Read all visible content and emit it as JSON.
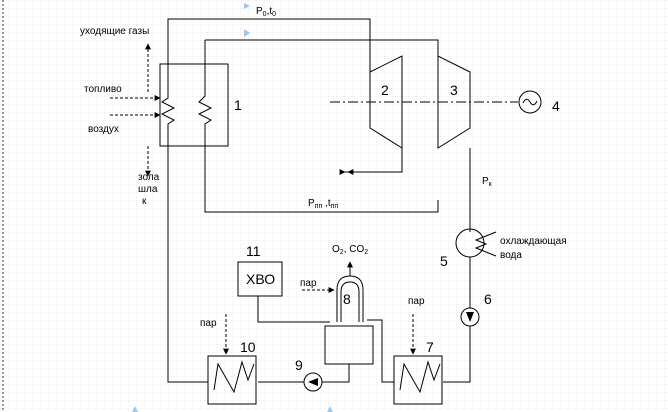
{
  "labels": {
    "flue_gases": "уходящие газы",
    "fuel": "топливо",
    "air": "воздух",
    "ash_line1": "зола",
    "ash_line2": "шла",
    "ash_line3": "к",
    "p0_main": "P",
    "p0_sub": "0",
    "t0_main": ",t",
    "t0_sub": "0",
    "pk_main": "P",
    "pk_sub": "к",
    "ppp_main": "P",
    "ppp_sub": "пп",
    "tpp_main": " ,t",
    "tpp_sub": "пп",
    "cooling_line1": "охлаждающая",
    "cooling_line2": "вода",
    "o2": "O",
    "o2_sub": "2",
    "co2": ", CO",
    "co2_sub": "2",
    "steam_8": "пар",
    "steam_7": "пар",
    "steam_10": "пар",
    "chemical_water_treatment": "ХВО"
  },
  "numbers": {
    "boiler": "1",
    "hp_turbine": "2",
    "lp_turbine": "3",
    "generator": "4",
    "condenser": "5",
    "condensate_pump": "6",
    "lp_heater": "7",
    "deaerator": "8",
    "feed_pump": "9",
    "hp_heater": "10",
    "cwt": "11"
  },
  "colors": {
    "line": "#000000",
    "grid": "#c9c9c9",
    "grid_major": "#9a9a9a",
    "marker": "#9ec7ef"
  }
}
